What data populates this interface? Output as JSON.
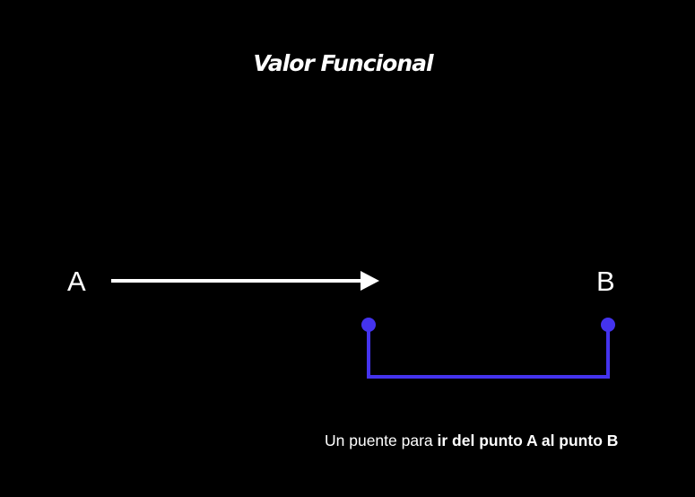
{
  "title": "Valor Funcional",
  "points": {
    "start": "A",
    "end": "B"
  },
  "caption": {
    "prefix": "Un puente para ",
    "emphasis": "ir del punto A al punto B"
  },
  "colors": {
    "background": "#000000",
    "text": "#ffffff",
    "arrow": "#ffffff",
    "bridge": "#4433ee"
  }
}
